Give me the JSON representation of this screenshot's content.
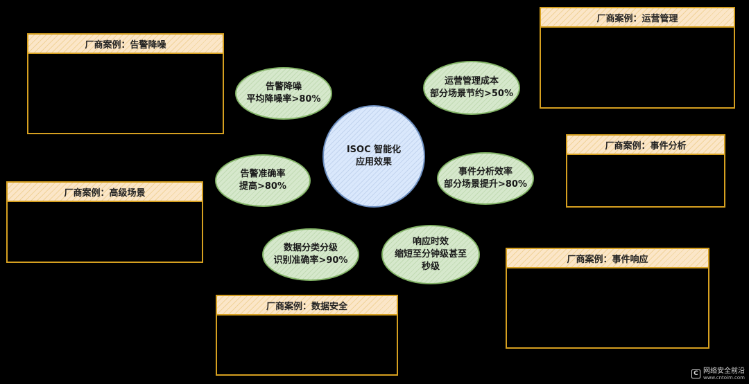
{
  "center": {
    "line1": "ISOC 智能化",
    "line2": "应用效果"
  },
  "effects": [
    {
      "line1": "告警降噪",
      "line2": "平均降噪率>80%"
    },
    {
      "line1": "运营管理成本",
      "line2": "部分场景节约>50%"
    },
    {
      "line1": "告警准确率",
      "line2": "提高>80%"
    },
    {
      "line1": "事件分析效率",
      "line2": "部分场景提升>80%"
    },
    {
      "line1": "数据分类分级",
      "line2": "识别准确率>90%"
    },
    {
      "line1": "响应时效",
      "line2": "缩短至分钟级甚至",
      "line3": "秒级"
    }
  ],
  "cases": [
    {
      "title": "厂商案例：告警降噪"
    },
    {
      "title": "厂商案例：运营管理"
    },
    {
      "title": "厂商案例：事件分析"
    },
    {
      "title": "厂商案例：高级场景"
    },
    {
      "title": "厂商案例：事件响应"
    },
    {
      "title": "厂商案例：数据安全"
    }
  ],
  "watermark": {
    "logo": "C",
    "line1": "网络安全前沿",
    "line2": "www.cntoim.com"
  },
  "colors": {
    "case_border": "#d6a020",
    "case_header_fill": "#fbe6c8",
    "effect_fill": "#d6e8cc",
    "effect_border": "#82b366",
    "center_fill": "#dae8fc",
    "center_border": "#6c8ebf",
    "background": "#000000"
  }
}
